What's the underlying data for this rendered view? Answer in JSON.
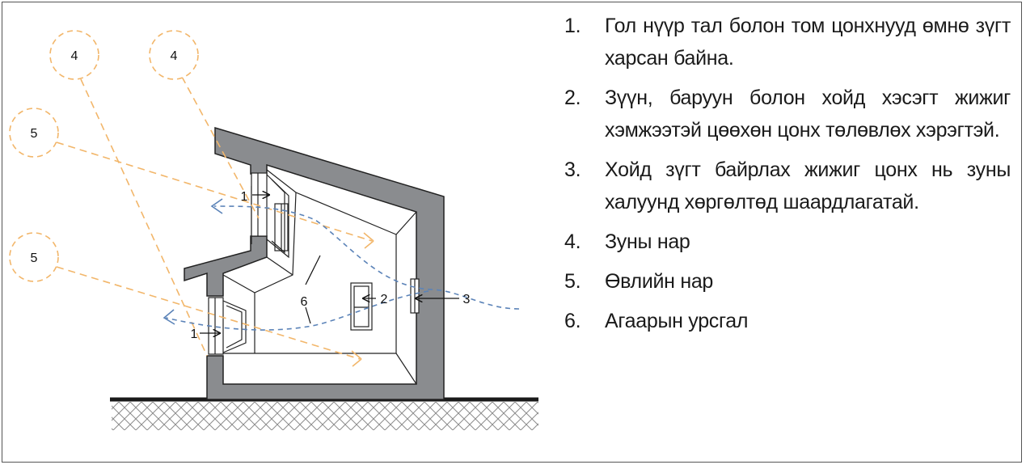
{
  "diagram": {
    "labels": {
      "summer_sun_a": "4",
      "summer_sun_b": "4",
      "winter_sun_a": "5",
      "winter_sun_b": "5",
      "window_upper": "1",
      "window_lower": "1",
      "window_side": "2",
      "window_north": "3",
      "air_flow": "6"
    },
    "colors": {
      "wall": "#8a8c8f",
      "sun_rays": "#f2b66a",
      "air_flow": "#5b83b8",
      "ground": "#1a1a1a",
      "hatch": "#8c8c8c"
    }
  },
  "legend": {
    "items": [
      {
        "num": "1.",
        "text": "Гол нүүр тал болон том цонхнууд өмнө зүгт харсан байна."
      },
      {
        "num": "2.",
        "text": "Зүүн, баруун болон хойд хэсэгт жижиг хэмжээтэй цөөхөн цонх төлөвлөх хэрэгтэй."
      },
      {
        "num": "3.",
        "text": "Хойд зүгт байрлах жижиг цонх нь зуны халуунд хөргөлтөд шаардлагатай."
      },
      {
        "num": "4.",
        "text": "Зуны нар"
      },
      {
        "num": "5.",
        "text": "Өвлийн нар"
      },
      {
        "num": "6.",
        "text": "Агаарын урсгал"
      }
    ]
  }
}
